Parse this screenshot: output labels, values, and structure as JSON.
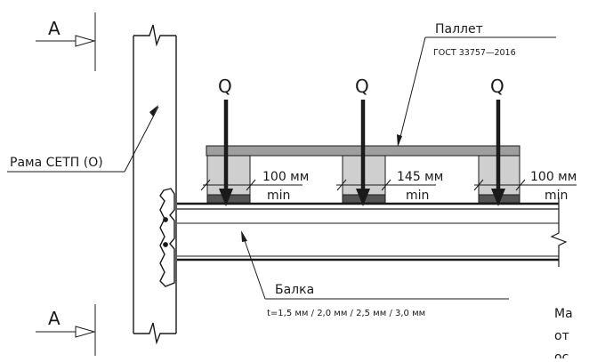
{
  "labels": {
    "section_top": "A",
    "section_bottom": "A",
    "frame": "Рама СЕТП (О)",
    "pallet_title": "Паллет",
    "pallet_standard": "ГОСТ 33757—2016",
    "beam_title": "Балка",
    "beam_thickness": "t=1,5 мм / 2,0 мм / 2,5 мм / 3,0 мм",
    "load_left": "Q",
    "load_center": "Q",
    "load_right": "Q",
    "gap_left_value": "100 мм",
    "gap_left_min": "min",
    "gap_center_value": "145 мм",
    "gap_center_min": "min",
    "gap_right_value": "100 мм",
    "gap_right_min": "min",
    "cut_text_line1": "Ма",
    "cut_text_line2": "от",
    "cut_text_line3": "ос"
  },
  "colors": {
    "line": "#1a1a1a",
    "pallet_deck": "#9e9e9e",
    "pallet_block": "#cfcfcf",
    "pallet_base": "#555555",
    "background": "#ffffff"
  }
}
